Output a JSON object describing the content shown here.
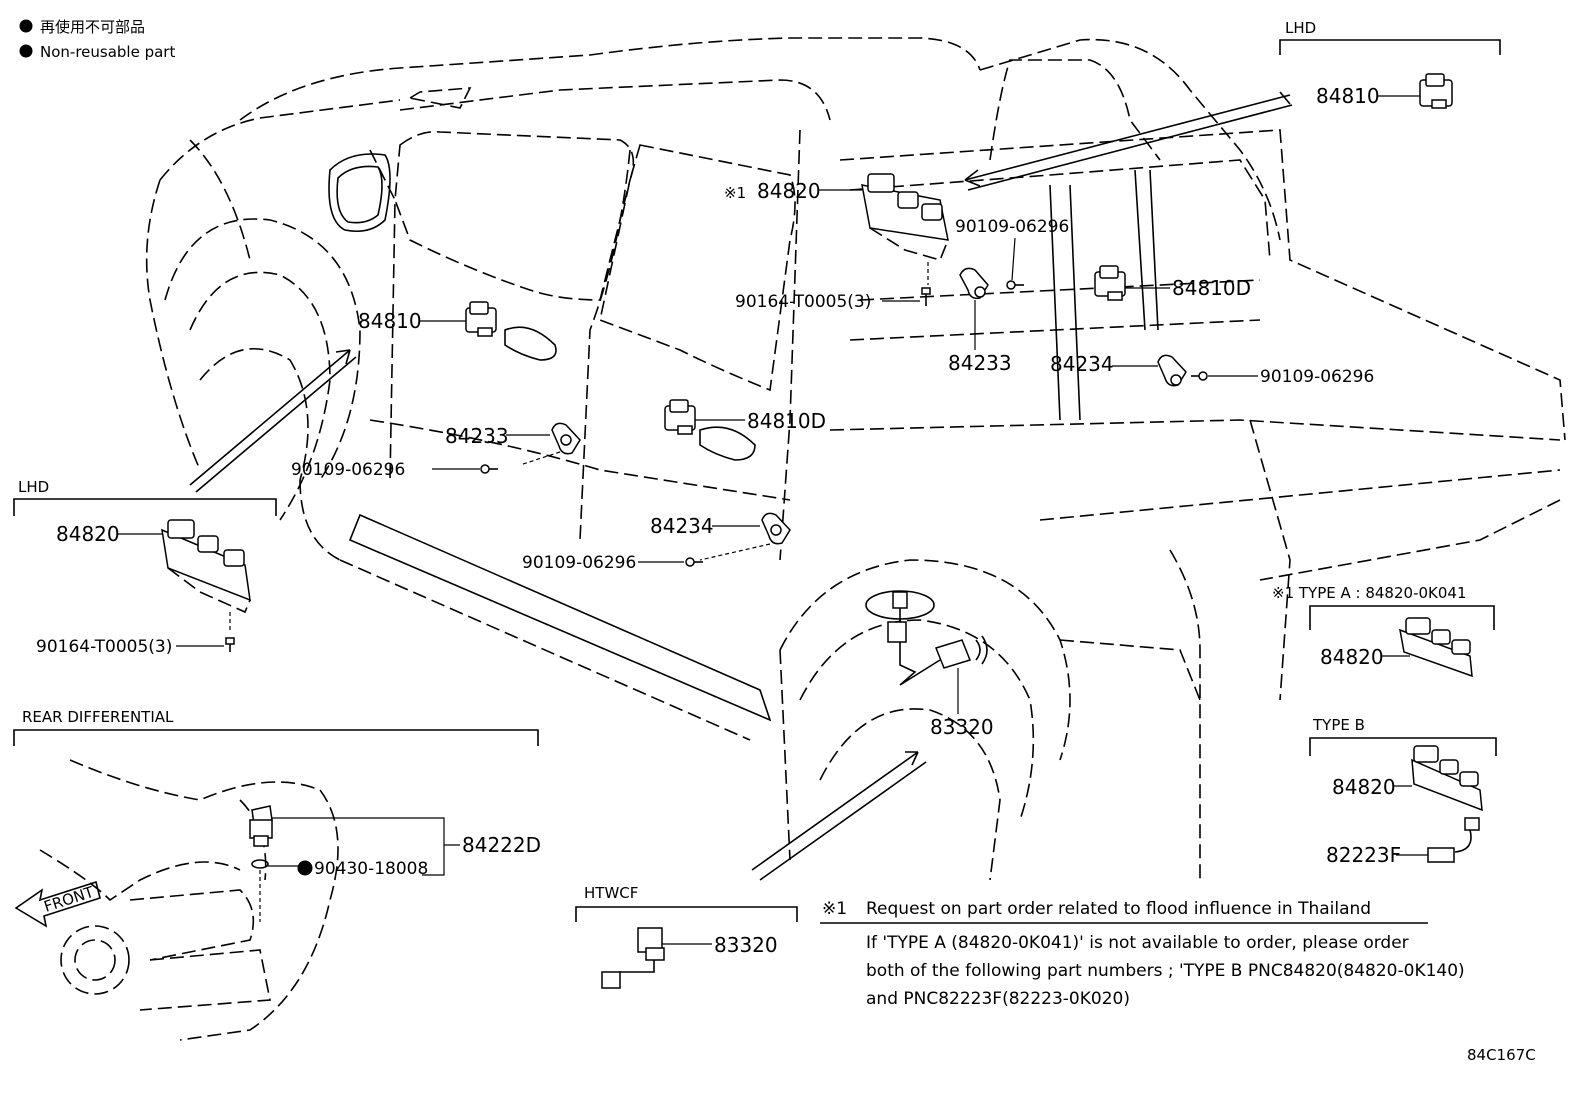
{
  "legend": {
    "reuse_jp": "再使用不可部品",
    "reuse_en": "Non-reusable part"
  },
  "callouts": {
    "lhd_top_label": "LHD",
    "p84810_top": "84810",
    "p84820_main_mark": "※1",
    "p84820_main": "84820",
    "p90109_a": "90109-06296",
    "p90164_a": "90164-T0005(3)",
    "p84810D_right": "84810D",
    "p84233_right": "84233",
    "p84234_right": "84234",
    "p90109_b": "90109-06296",
    "p84810_left": "84810",
    "p84810D_mid": "84810D",
    "p84233_left": "84233",
    "p90109_c": "90109-06296",
    "p84234_left": "84234",
    "p90109_d": "90109-06296",
    "lhd_left_label": "LHD",
    "p84820_lhd": "84820",
    "p90164_lhd": "90164-T0005(3)",
    "p83320_main": "83320",
    "rear_diff_label": "REAR DIFFERENTIAL",
    "p84222D": "84222D",
    "p90430": "90430-18008",
    "front_label": "FRONT",
    "htwcf_label": "HTWCF",
    "p83320_htwcf": "83320",
    "type_a_label": "※1  TYPE A : 84820-0K041",
    "p84820_type_a": "84820",
    "type_b_label": "TYPE B",
    "p84820_type_b": "84820",
    "p82223F": "82223F"
  },
  "footnote": {
    "mark": "※1",
    "title": "Request on part order related to flood influence in Thailand",
    "line1": "If  'TYPE A (84820-0K041)'  is not available to order, please order",
    "line2": "both of the following part numbers ; 'TYPE B PNC84820(84820-0K140)",
    "line3": "and PNC82223F(82223-0K020)"
  },
  "figure_code": "84C167C"
}
